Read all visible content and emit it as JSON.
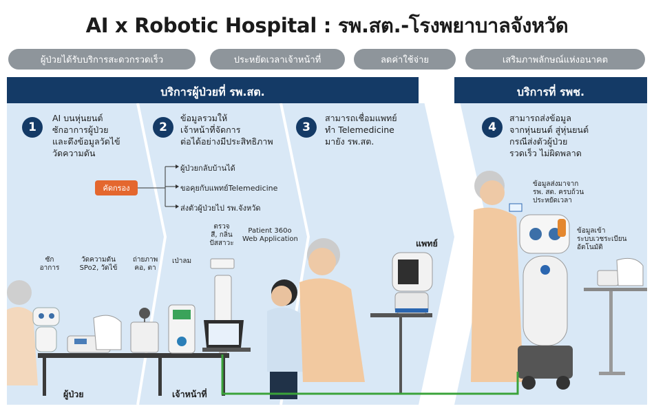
{
  "title": "AI x Robotic Hospital : รพ.สต.-โรงพยาบาลจังหวัด",
  "benefits": [
    "ผู้ป่วยได้รับบริการสะดวกรวดเร็ว",
    "ประหยัดเวลาเจ้าหน้าที่",
    "ลดค่าใช้จ่าย",
    "เสริมภาพลักษณ์แห่งอนาคต"
  ],
  "sections": {
    "left_header": "บริการผู้ป่วยที่ รพ.สต.",
    "right_header": "บริการที่ รพช."
  },
  "steps": [
    {
      "number": "1",
      "lines": [
        "AI บนหุ่นยนต์",
        "ซักอาการผู้ป่วย",
        "และดึงข้อมูลวัดไข้",
        "วัดความดัน"
      ]
    },
    {
      "number": "2",
      "lines": [
        "ข้อมูลรวมให้",
        "เจ้าหน้าที่จัดการ",
        "ต่อได้อย่างมีประสิทธิภาพ"
      ]
    },
    {
      "number": "3",
      "lines": [
        "สามารถเชื่อมแพทย์",
        "ทำ Telemedicine",
        "มายัง รพ.สต."
      ]
    },
    {
      "number": "4",
      "lines": [
        "สามารถส่งข้อมูล",
        "จากหุ่นยนต์ สู่หุ่นยนต์",
        "กรณีส่งตัวผู้ป่วย",
        "รวดเร็ว ไม่ผิดพลาด"
      ]
    }
  ],
  "screening": {
    "label": "คัดกรอง",
    "options": [
      "ผู้ป่วยกลับบ้านได้",
      "ขอคุยกับแพทย์Telemedicine",
      "ส่งตัวผู้ป่วยไป รพ.จังหวัด"
    ]
  },
  "device_labels": {
    "interview": [
      "ซัก",
      "อาการ"
    ],
    "bp": [
      "วัดความดัน",
      "SPo2, วัดไข้"
    ],
    "photo": [
      "ถ่ายภาพ",
      "คอ, ตา"
    ],
    "breath": [
      "เป่าลม"
    ],
    "urine": [
      "ตรวจ",
      "สี, กลิ่น",
      "ปัสสาวะ"
    ],
    "webapp": [
      "Patient 360o",
      "Web Application"
    ]
  },
  "right_notes": {
    "sent": [
      "ข้อมูลส่งมาจาก",
      "รพ. สต. ครบถ้วน",
      "ประหยัดเวลา"
    ],
    "registry": [
      "ข้อมูลเข้า",
      "ระบบเวชระเบียน",
      "อัตโนมัติ"
    ]
  },
  "labels": {
    "patient": "ผู้ป่วย",
    "staff": "เจ้าหน้าที่",
    "doctor": "แพทย์"
  },
  "colors": {
    "navy": "#143a66",
    "panel": "#d9e8f6",
    "pill": "#8e959b",
    "orange": "#e4672e",
    "green": "#3aa33a"
  }
}
